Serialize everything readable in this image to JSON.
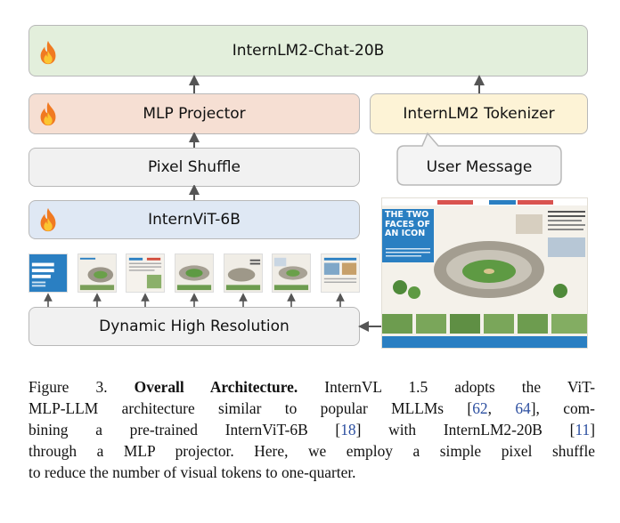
{
  "diagram": {
    "llm_label": "InternLM2-Chat-20B",
    "mlp_label": "MLP Projector",
    "tokenizer_label": "InternLM2 Tokenizer",
    "shuffle_label": "Pixel Shuffle",
    "user_message_label": "User Message",
    "vit_label": "InternViT-6B",
    "dhr_label": "Dynamic High Resolution",
    "poster": {
      "headline_1": "THE TWO",
      "headline_2": "FACES OF",
      "headline_3": "AN ICON"
    },
    "colors": {
      "llm_fill": "#e3efdc",
      "mlp_fill": "#f6dfd3",
      "tokenizer_fill": "#fdf3d6",
      "shuffle_fill": "#f1f1f1",
      "vit_fill": "#dfe8f4",
      "dhr_fill": "#f1f1f1",
      "user_message_fill": "#f4f4f4"
    }
  },
  "caption": {
    "fig_label": "Figure 3.",
    "title": "Overall Architecture.",
    "line1_rest": "InternVL 1.5 adopts the ViT-",
    "line2_a": "MLP-LLM architecture similar to popular MLLMs [",
    "ref_62": "62",
    "ref_sep": ", ",
    "ref_64": "64",
    "line2_b": "], com-",
    "line3_a": "bining a pre-trained InternViT-6B [",
    "ref_18": "18",
    "line3_b": "] with InternLM2-20B [",
    "ref_11": "11",
    "line3_c": "]",
    "line4": "through a MLP projector. Here, we employ a simple pixel shuffle",
    "line5": "to reduce the number of visual tokens to one-quarter."
  }
}
